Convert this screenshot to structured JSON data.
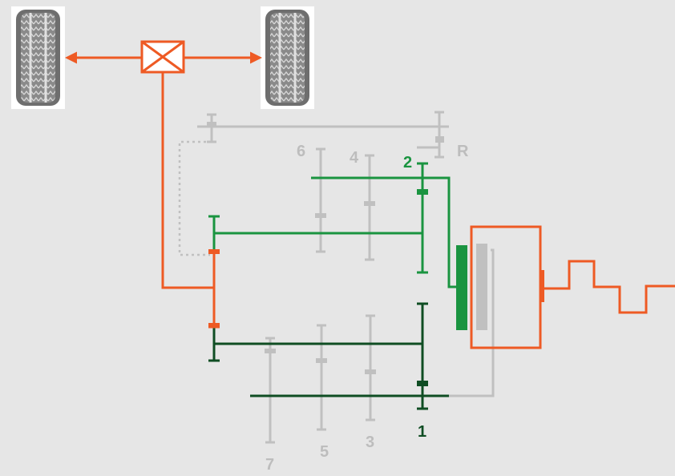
{
  "labels": {
    "gear_1": "1",
    "gear_2": "2",
    "gear_3": "3",
    "gear_4": "4",
    "gear_5": "5",
    "gear_6": "6",
    "gear_7": "7",
    "gear_r": "R"
  },
  "colors": {
    "background": "#e6e6e6",
    "inactive": "#c0c0c0",
    "power_flow": "#ee5a24",
    "gear_2_path": "#1a9440",
    "gear_1_path": "#0f4d23",
    "label_inactive": "#bdbdbd",
    "label_2": "#1a9440",
    "label_1": "#0f4d23"
  },
  "icons": [
    "tire-icon",
    "differential-icon"
  ]
}
